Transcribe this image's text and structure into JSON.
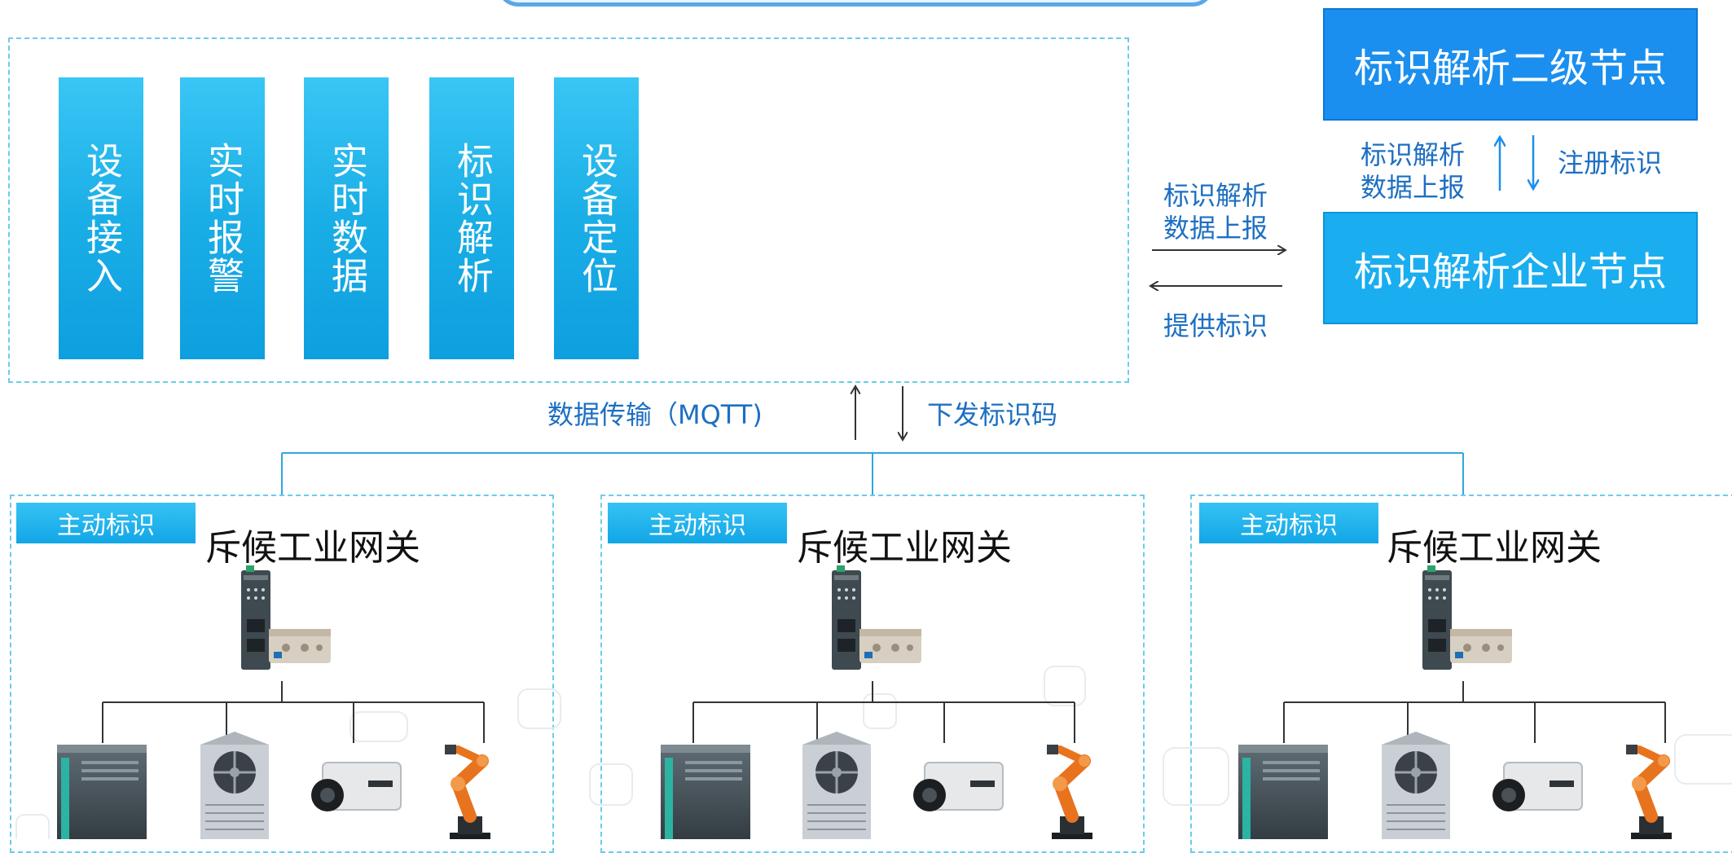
{
  "platform_columns": [
    "设备接入",
    "实时报警",
    "实时数据",
    "标识解析",
    "设备定位"
  ],
  "nodes": {
    "secondary": "标识解析二级节点",
    "enterprise": "标识解析企业节点"
  },
  "node_link": {
    "up_label": "标识解析\n数据上报",
    "down_label": "注册标识"
  },
  "platform_link": {
    "right_label": "标识解析\n数据上报",
    "left_label": "提供标识"
  },
  "gateway_link": {
    "up_label": "数据传输（MQTT)",
    "down_label": "下发标识码"
  },
  "gateways": [
    {
      "tag": "主动标识",
      "title": "斥候工业网关"
    },
    {
      "tag": "主动标识",
      "title": "斥候工业网关"
    },
    {
      "tag": "主动标识",
      "title": "斥候工业网关"
    }
  ],
  "device_icons": [
    "plc-icon",
    "cooling-tower-icon",
    "camera-icon",
    "robot-arm-icon"
  ],
  "colors": {
    "column_blue": "#1aaee6",
    "node_secondary": "#1a8fef",
    "node_enterprise": "#1aaef0",
    "label_blue": "#1d6fc2",
    "dashed_border": "#6ecbec"
  }
}
